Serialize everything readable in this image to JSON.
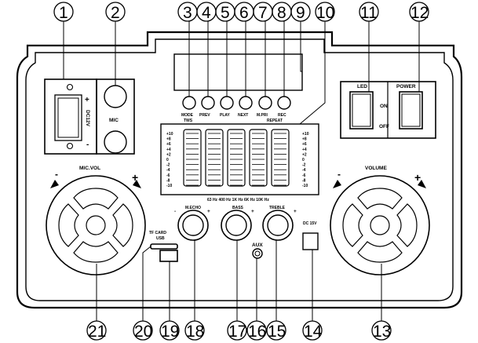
{
  "callouts": {
    "c1": "1",
    "c2": "2",
    "c3": "3",
    "c4": "4",
    "c5": "5",
    "c6": "6",
    "c7": "7",
    "c8": "8",
    "c9": "9",
    "c10": "10",
    "c11": "11",
    "c12": "12",
    "c13": "13",
    "c14": "14",
    "c15": "15",
    "c16": "16",
    "c17": "17",
    "c18": "18",
    "c19": "19",
    "c20": "20",
    "c21": "21"
  },
  "labels": {
    "dc12v": "DC12V",
    "plus": "+",
    "minus": "-",
    "mic": "MIC",
    "mode": "MODE",
    "tws": "TWS",
    "prev": "PREV",
    "play": "PLAY",
    "next": "NEXT",
    "mpri": "M.PRI",
    "rec": "REC",
    "repeat": "REPEAT",
    "led": "LED",
    "power": "POWER",
    "on": "ON",
    "off": "OFF",
    "micvol": "MIC.VOL",
    "volume": "VOLUME",
    "knob_minus": "-",
    "knob_plus": "+",
    "mecho": "M.ECHO",
    "bass": "BASS",
    "treble": "TREBLE",
    "tf_card": "TF CARD",
    "usb": "USB",
    "aux": "AUX",
    "dc15v": "DC 15V"
  },
  "eq": {
    "scale": [
      "+10",
      "+8",
      "+6",
      "+4",
      "+2",
      "0",
      "-2",
      "-4",
      "-6",
      "-8",
      "-10"
    ],
    "freq_line": "63 Hz  400 Hz  1K Hz  6K Hz  10K Hz"
  }
}
